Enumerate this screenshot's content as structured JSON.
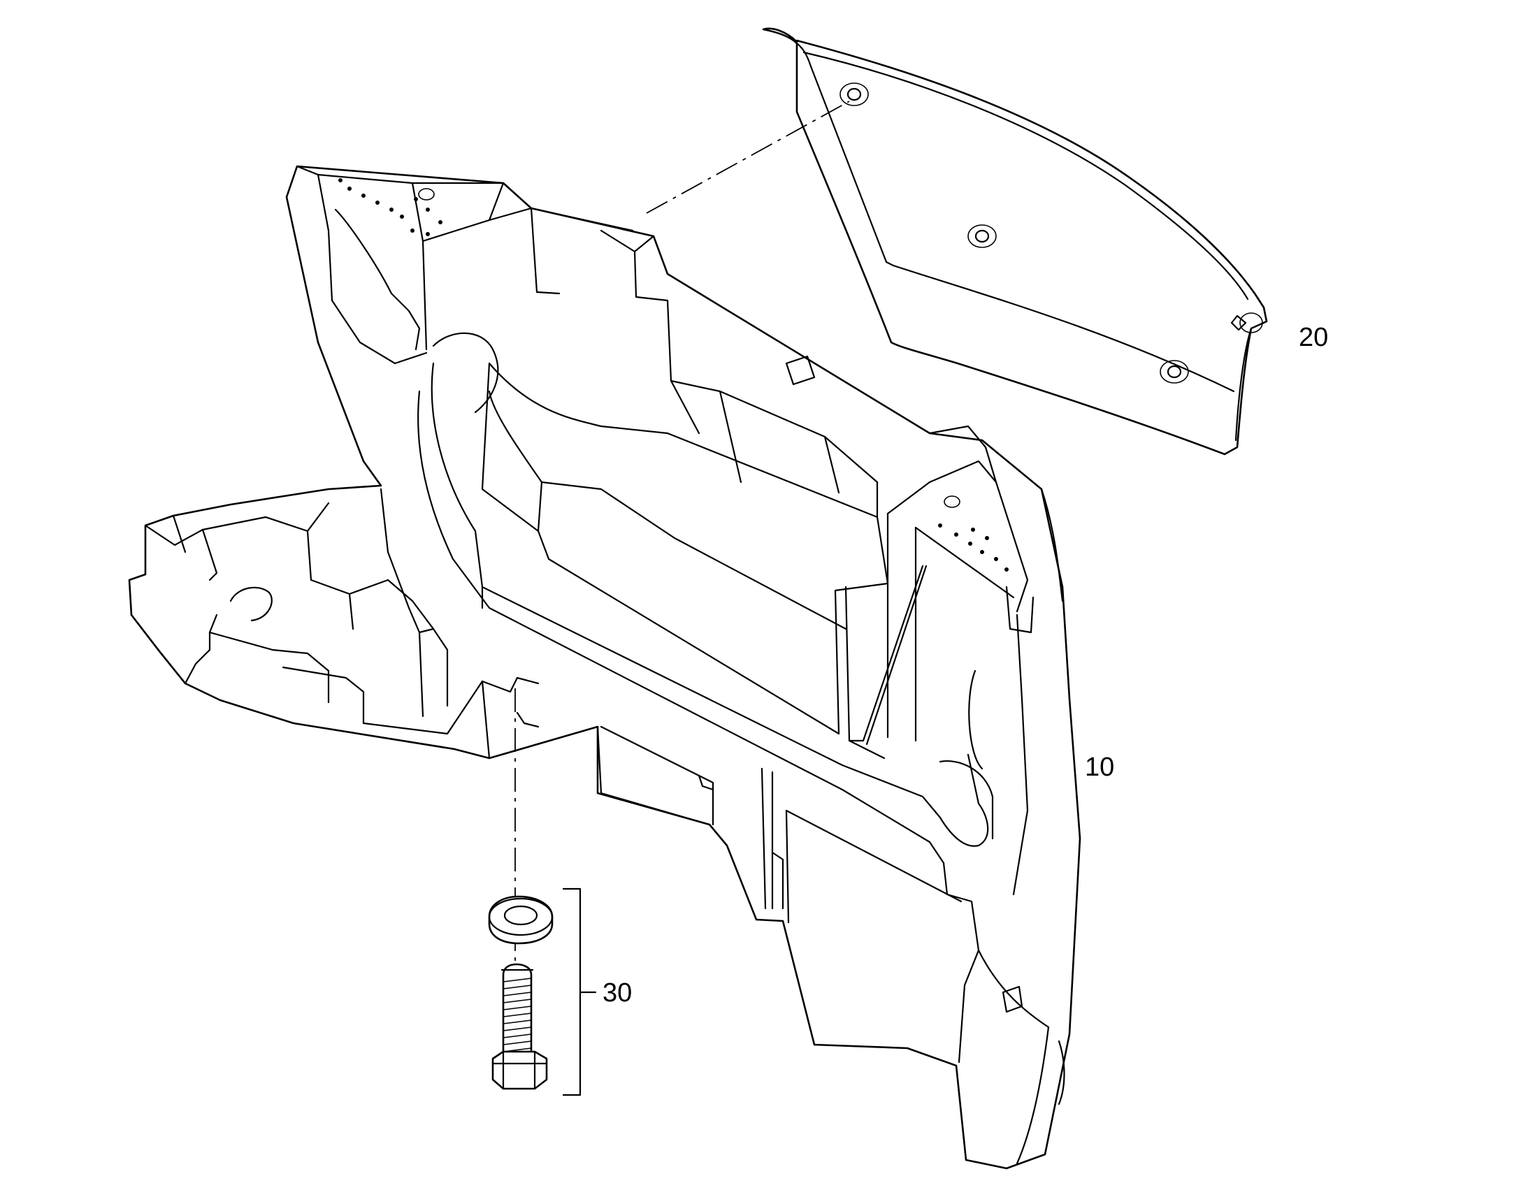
{
  "callouts": {
    "part_10": "10",
    "part_20": "20",
    "part_30": "30"
  },
  "colors": {
    "line": "#000000",
    "background": "#ffffff"
  }
}
